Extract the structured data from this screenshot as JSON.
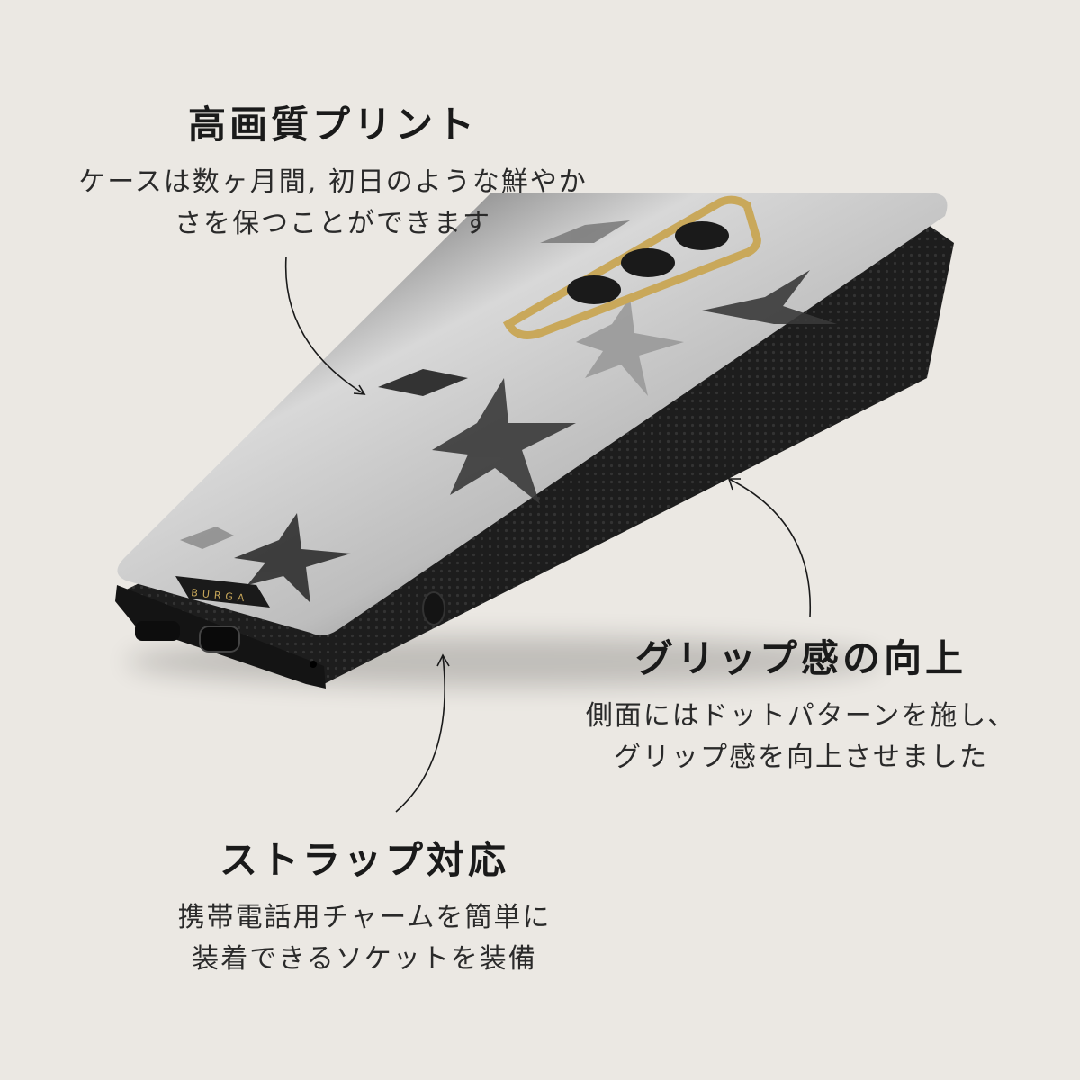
{
  "features": {
    "print": {
      "title": "高画質プリント",
      "lines": [
        "ケースは数ヶ月間, 初日のような鮮やか",
        "さを保つことができます"
      ]
    },
    "grip": {
      "title": "グリップ感の向上",
      "lines": [
        "側面にはドットパターンを施し、",
        "グリップ感を向上させました"
      ]
    },
    "strap": {
      "title": "ストラップ対応",
      "lines": [
        "携帯電話用チャームを簡単に",
        "装着できるソケットを装備"
      ]
    }
  },
  "product": {
    "brand_logo": "BURGA",
    "case_color": "#1c1c1c",
    "camera_frame_color": "#c9a85a",
    "pattern": "starfish-print"
  }
}
